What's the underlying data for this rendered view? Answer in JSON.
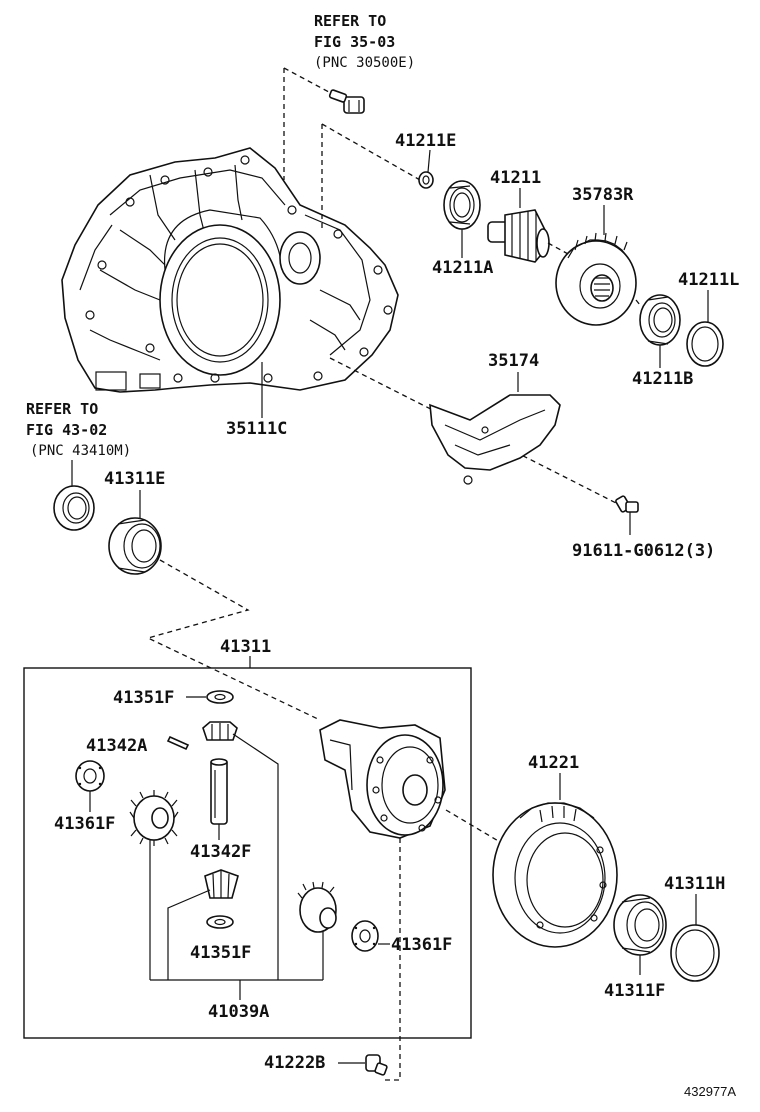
{
  "refs": {
    "top": {
      "line1": "REFER TO",
      "line2": "FIG 35-03",
      "line3": "(PNC 30500E)"
    },
    "left": {
      "line1": "REFER TO",
      "line2": "FIG 43-02",
      "line3": "(PNC 43410M)"
    }
  },
  "labels": {
    "p41211E": "41211E",
    "p41211": "41211",
    "p35783R": "35783R",
    "p41211A": "41211A",
    "p41211L": "41211L",
    "p41211B": "41211B",
    "p35174": "35174",
    "p35111C": "35111C",
    "p41311E": "41311E",
    "p91611": "91611-G0612(3)",
    "p41311": "41311",
    "p41351F_top": "41351F",
    "p41342A": "41342A",
    "p41361F_left": "41361F",
    "p41342F": "41342F",
    "p41351F_bottom": "41351F",
    "p41361F_right": "41361F",
    "p41039A": "41039A",
    "p41221": "41221",
    "p41311H": "41311H",
    "p41311F": "41311F",
    "p41222B": "41222B"
  },
  "illustration_id": "432977A"
}
